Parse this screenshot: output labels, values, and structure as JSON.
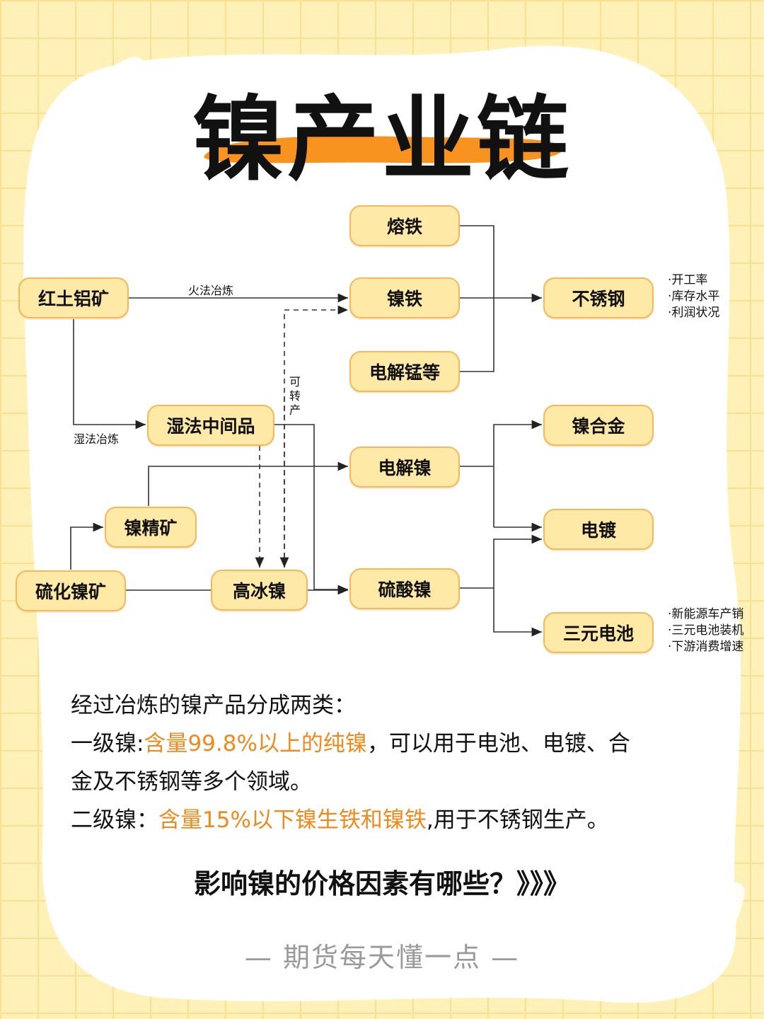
{
  "title": "镍产业链",
  "nodes": {
    "rongtie": "熔铁",
    "nietie": "镍铁",
    "dianjiemeng": "电解锰等",
    "buxiugang": "不锈钢",
    "hongtulvkuang": "红土铝矿",
    "shifa_zhongjian": "湿法中间品",
    "dianjienie": "电解镍",
    "niejingkuang": "镍精矿",
    "liuhuanie_kuang": "硫化镍矿",
    "gaobingnie": "高冰镍",
    "liusuannie": "硫酸镍",
    "niehejin": "镍合金",
    "diandu": "电镀",
    "sanyuan": "三元电池"
  },
  "edge_labels": {
    "huofa": "火法冶炼",
    "shifa": "湿法冶炼",
    "kezhuanchan": "可转产"
  },
  "stainless_factors": [
    "·开工率",
    "·库存水平",
    "·利润状况"
  ],
  "battery_factors": [
    "·新能源车产销",
    "·三元电池装机",
    "·下游消费增速"
  ],
  "text": {
    "intro": "经过冶炼的镍产品分成两类：",
    "level1_label": "一级镍:",
    "level1_highlight": "含量99.8%以上的纯镍",
    "level1_rest": "，可以用于电池、电镀、合",
    "level1_rest2": "金及不锈钢等多个领域。",
    "level2_label": "二级镍：",
    "level2_highlight": "含量15%以下镍生铁和镍铁",
    "level2_rest": ",用于不锈钢生产。",
    "question": "影响镍的价格因素有哪些？》》》",
    "footer": "— 期货每天懂一点 —"
  },
  "colors": {
    "background": "#fff1b8",
    "node_fill": "#ffe9a6",
    "node_border": "#f6b85c",
    "highlight": "#f08a1c",
    "title_underline": "#f7931e"
  }
}
